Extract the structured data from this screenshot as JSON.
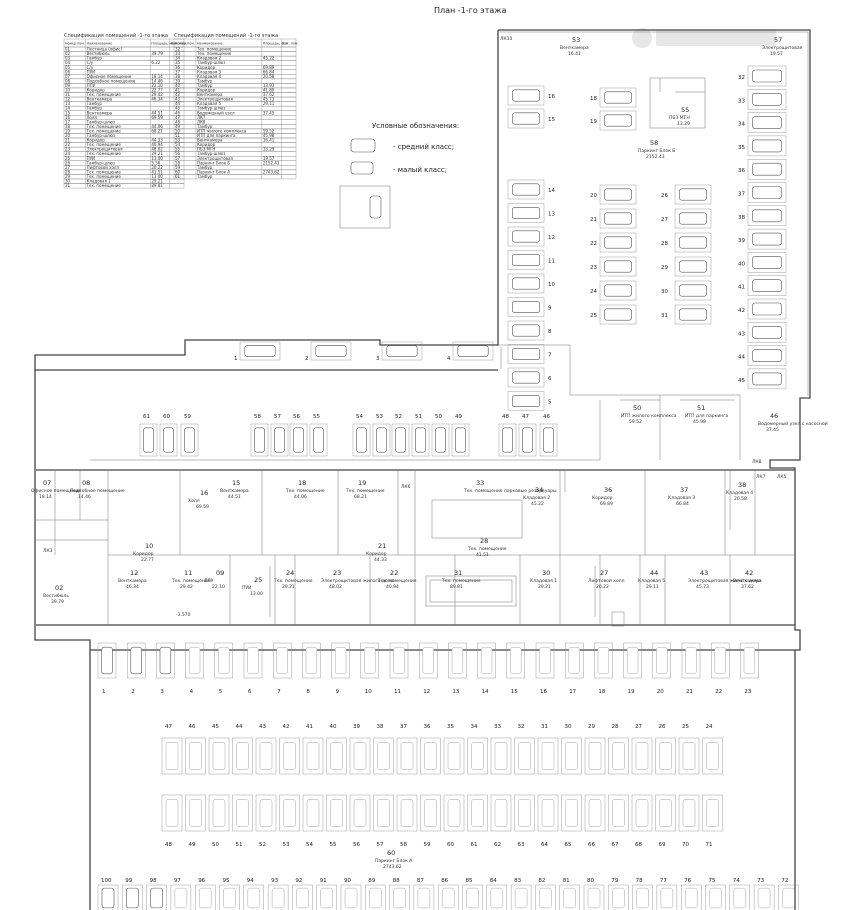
{
  "plan": {
    "title": "План -1-го этажа"
  },
  "legend": {
    "title": "Условные обозначения:",
    "medium": "- средний класс;",
    "small": "- малый класс;"
  },
  "spec_tables": [
    {
      "title": "Спецификация помещений -1-го этажа",
      "headers": [
        "Номер пом.",
        "Наименование",
        "Площадь, кв.м",
        "Кат. пом."
      ],
      "rows": [
        [
          "01",
          "Лестница (офис)",
          "",
          ""
        ],
        [
          "02",
          "Вестибюль",
          "39.79",
          ""
        ],
        [
          "03",
          "Тамбур",
          "",
          ""
        ],
        [
          "04",
          "С/у",
          "6.22",
          ""
        ],
        [
          "05",
          "С/у",
          "",
          ""
        ],
        [
          "06",
          "ПУИ",
          "",
          ""
        ],
        [
          "07",
          "Офисное помещение",
          "18.14",
          ""
        ],
        [
          "08",
          "Подсобное помещение",
          "14.46",
          ""
        ],
        [
          "09",
          "ЛЛУ",
          "22.10",
          ""
        ],
        [
          "10",
          "Коридор",
          "22.77",
          ""
        ],
        [
          "11",
          "Тех. помещение",
          "29.42",
          ""
        ],
        [
          "12",
          "Венткамера",
          "46.34",
          ""
        ],
        [
          "13",
          "Тамбур",
          "",
          ""
        ],
        [
          "14",
          "Тамбур",
          "",
          ""
        ],
        [
          "15",
          "Венткамера",
          "44.51",
          ""
        ],
        [
          "16",
          "Холл",
          "69.59",
          ""
        ],
        [
          "17",
          "Тамбур-шлюз",
          "",
          ""
        ],
        [
          "18",
          "Тех. помещение",
          "44.06",
          ""
        ],
        [
          "19",
          "Тех. помещение",
          "68.21",
          ""
        ],
        [
          "20",
          "Тамбур-шлюз",
          "",
          ""
        ],
        [
          "21",
          "Коридор",
          "44.33",
          ""
        ],
        [
          "22",
          "Тех. помещение",
          "40.94",
          ""
        ],
        [
          "23",
          "Электрощитовая",
          "48.02",
          ""
        ],
        [
          "24",
          "Тех. помещение",
          "29.21",
          ""
        ],
        [
          "25",
          "ПУИ",
          "13.00",
          ""
        ],
        [
          "26",
          "Тамбур-шлюз",
          "5.56",
          ""
        ],
        [
          "27",
          "Лифтовой холл",
          "20.22",
          ""
        ],
        [
          "28",
          "Тех. помещение",
          "41.51",
          ""
        ],
        [
          "29",
          "Тех. помещение",
          "13.00",
          ""
        ],
        [
          "30",
          "Кладовая 1",
          "29.21",
          ""
        ],
        [
          "31",
          "Тех. помещение",
          "89.81",
          ""
        ]
      ]
    },
    {
      "title": "Спецификация помещений -1-го этажа",
      "headers": [
        "Номер пом.",
        "Наименование",
        "Площадь, кв.м",
        "Кат. пом."
      ],
      "rows": [
        [
          "32",
          "Тех. помещение",
          "",
          ""
        ],
        [
          "33",
          "Тех. помещение",
          "",
          ""
        ],
        [
          "34",
          "Кладовая 2",
          "45.22",
          ""
        ],
        [
          "35",
          "Тамбур-шлюз",
          "",
          ""
        ],
        [
          "36",
          "Коридор",
          "69.89",
          ""
        ],
        [
          "37",
          "Кладовая 3",
          "66.84",
          ""
        ],
        [
          "38",
          "Кладовая 4",
          "20.58",
          ""
        ],
        [
          "39",
          "Тамбур",
          "",
          ""
        ],
        [
          "40",
          "Тамбур",
          "13.93",
          ""
        ],
        [
          "41",
          "Коридор",
          "41.80",
          ""
        ],
        [
          "42",
          "Венткамера",
          "37.62",
          ""
        ],
        [
          "43",
          "Электрощитовая",
          "45.73",
          ""
        ],
        [
          "44",
          "Кладовая 5",
          "29.11",
          ""
        ],
        [
          "45",
          "Тамбур-шлюз",
          "",
          ""
        ],
        [
          "46",
          "Водомерный узел",
          "37.45",
          ""
        ],
        [
          "47",
          "ЛК7",
          "",
          ""
        ],
        [
          "48",
          "ЛК8",
          "",
          ""
        ],
        [
          "49",
          "Тамбур",
          "",
          ""
        ],
        [
          "50",
          "ИТП жилого комплекса",
          "59.52",
          ""
        ],
        [
          "51",
          "ИТП для паркинга",
          "45.98",
          ""
        ],
        [
          "53",
          "Венткамера",
          "16.41",
          ""
        ],
        [
          "54",
          "Коридор",
          "",
          ""
        ],
        [
          "55",
          "ПБЗ МГН",
          "13.29",
          ""
        ],
        [
          "56",
          "Тамбур-шлюз",
          "",
          ""
        ],
        [
          "57",
          "Электрощитовая",
          "19.57",
          ""
        ],
        [
          "58",
          "Паркинг Блок Б",
          "2152.43",
          ""
        ],
        [
          "59",
          "Тамбур",
          "",
          ""
        ],
        [
          "60",
          "Паркинг Блок А",
          "2743.62",
          ""
        ],
        [
          "61",
          "Тамбур",
          "",
          ""
        ]
      ]
    }
  ],
  "rooms": [
    {
      "num": "02",
      "name": "Вестибюль",
      "area": "39.79"
    },
    {
      "num": "07",
      "name": "Офисное помещение",
      "area": "18.14"
    },
    {
      "num": "08",
      "name": "Подсобное помещение",
      "area": "14.46"
    },
    {
      "num": "09",
      "name": "ЛЛУ",
      "area": "22.10"
    },
    {
      "num": "10",
      "name": "Коридор",
      "area": "22.77"
    },
    {
      "num": "11",
      "name": "Тех. помещение",
      "area": "29.42"
    },
    {
      "num": "12",
      "name": "Венткамера",
      "area": "46.34"
    },
    {
      "num": "15",
      "name": "Венткамера",
      "area": "44.51"
    },
    {
      "num": "16",
      "name": "Холл",
      "area": "69.59"
    },
    {
      "num": "18",
      "name": "Тех. помещение",
      "area": "44.06"
    },
    {
      "num": "19",
      "name": "Тех. помещение",
      "area": "68.21"
    },
    {
      "num": "21",
      "name": "Коридор",
      "area": "44.33"
    },
    {
      "num": "22",
      "name": "Тех. помещение",
      "area": "40.94"
    },
    {
      "num": "23",
      "name": "Электрощитовая жилого дома",
      "area": "48.02"
    },
    {
      "num": "24",
      "name": "Тех. помещение",
      "area": "29.21"
    },
    {
      "num": "25",
      "name": "ПУИ",
      "area": "13.00"
    },
    {
      "num": "27",
      "name": "Лифтовой холл",
      "area": "20.22"
    },
    {
      "num": "28",
      "name": "Тех. помещение",
      "area": "41.51"
    },
    {
      "num": "30",
      "name": "Кладовая 1",
      "area": "29.21"
    },
    {
      "num": "31",
      "name": "Тех. помещение",
      "area": "89.81"
    },
    {
      "num": "33",
      "name": "Тех. помещение парковые резервуары",
      "area": ""
    },
    {
      "num": "34",
      "name": "Кладовая 2",
      "area": "45.22"
    },
    {
      "num": "36",
      "name": "Коридор",
      "area": "69.89"
    },
    {
      "num": "37",
      "name": "Кладовая 3",
      "area": "66.84"
    },
    {
      "num": "38",
      "name": "Кладовая 4",
      "area": "20.58"
    },
    {
      "num": "42",
      "name": "Венткамера",
      "area": "37.62"
    },
    {
      "num": "43",
      "name": "Электрощитовая жилого дома",
      "area": "45.73"
    },
    {
      "num": "44",
      "name": "Кладовая 5",
      "area": "29.11"
    },
    {
      "num": "46",
      "name": "Водомерный узел с насосной",
      "area": "37.45"
    },
    {
      "num": "50",
      "name": "ИТП жилого комплекса",
      "area": "59.52"
    },
    {
      "num": "51",
      "name": "ИТП для паркинга",
      "area": "45.98"
    },
    {
      "num": "53",
      "name": "Венткамера",
      "area": "16.41"
    },
    {
      "num": "55",
      "name": "ПБЗ МГН",
      "area": "13.29"
    },
    {
      "num": "57",
      "name": "Электрощитовая",
      "area": "19.57"
    },
    {
      "num": "58",
      "name": "Паркинг Блок Б",
      "area": "2152.43"
    },
    {
      "num": "60",
      "name": "Паркинг Блок А",
      "area": "2743.62"
    }
  ],
  "labels": {
    "lk": [
      "ЛК10",
      "ЛК6",
      "ЛК7",
      "ЛК8",
      "ЛК5",
      "ЛК3"
    ],
    "level": "-3.570",
    "corridor": "Коридор"
  },
  "parking": {
    "block_b_right": [
      "32",
      "33",
      "34",
      "35",
      "36",
      "37",
      "38",
      "39",
      "40",
      "41",
      "42",
      "43",
      "44",
      "45"
    ],
    "block_b_left": [
      "16",
      "15",
      "14",
      "13",
      "12",
      "11",
      "10",
      "9",
      "8",
      "7",
      "6",
      "5"
    ],
    "block_b_center_left": [
      "18",
      "19"
    ],
    "block_b_center": [
      "20",
      "21",
      "22",
      "23",
      "24",
      "25"
    ],
    "block_b_center_right": [
      "26",
      "27",
      "28",
      "29",
      "30",
      "31"
    ],
    "block_b_top": [
      "1",
      "2",
      "3",
      "4"
    ],
    "row_middle": [
      "61",
      "60",
      "59",
      "58",
      "57",
      "56",
      "55",
      "54",
      "53",
      "52",
      "51",
      "50",
      "49",
      "48",
      "47",
      "46"
    ],
    "block_a_top": [
      "1",
      "2",
      "3",
      "4",
      "5",
      "6",
      "7",
      "8",
      "9",
      "10",
      "11",
      "12",
      "13",
      "14",
      "15",
      "16",
      "17",
      "18",
      "19",
      "20",
      "21",
      "22",
      "23"
    ],
    "block_a_row2": [
      "47",
      "46",
      "45",
      "44",
      "43",
      "42",
      "41",
      "40",
      "39",
      "38",
      "37",
      "36",
      "35",
      "34",
      "33",
      "32",
      "31",
      "30",
      "29",
      "28",
      "27",
      "26",
      "25",
      "24"
    ],
    "block_a_row3": [
      "48",
      "49",
      "50",
      "51",
      "52",
      "53",
      "54",
      "55",
      "56",
      "57",
      "58",
      "59",
      "60",
      "61",
      "62",
      "63",
      "64",
      "65",
      "66",
      "67",
      "68",
      "69",
      "70",
      "71"
    ],
    "block_a_bottom": [
      "100",
      "99",
      "98",
      "97",
      "96",
      "95",
      "94",
      "93",
      "92",
      "91",
      "90",
      "89",
      "88",
      "87",
      "86",
      "85",
      "84",
      "83",
      "82",
      "81",
      "80",
      "79",
      "78",
      "77",
      "76",
      "75",
      "74",
      "73",
      "72"
    ]
  }
}
